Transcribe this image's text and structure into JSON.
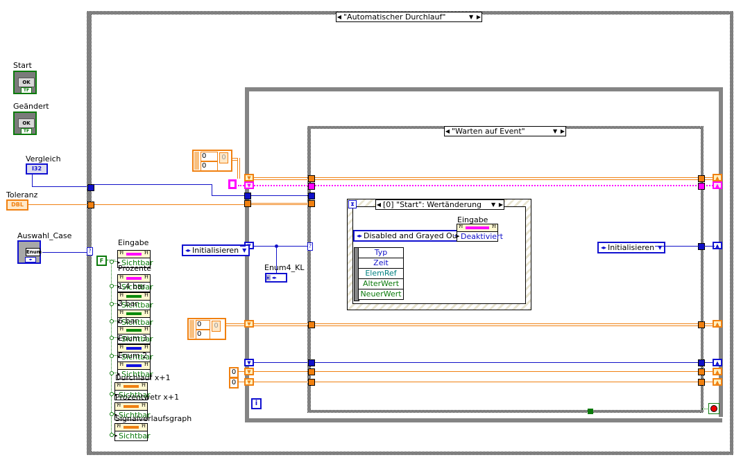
{
  "controls": {
    "start": {
      "label": "Start",
      "button_text": "OK",
      "type_tag": "TF"
    },
    "geaendert": {
      "label": "Geändert",
      "button_text": "OK",
      "type_tag": "TF"
    },
    "vergleich": {
      "label": "Vergleich",
      "type_tag": "I32"
    },
    "toleranz": {
      "label": "Toleranz",
      "type_tag": "DBL"
    },
    "auswahl_case": {
      "label": "Auswahl_Case",
      "type_tag": "Enum"
    }
  },
  "outer_case": {
    "selector": "\"Automatischer Durchlauf\"",
    "selector_terminal": "?"
  },
  "inner_case": {
    "selector": "\"Warten auf Event\"",
    "selector_terminal": "?"
  },
  "event_structure": {
    "selector": "[0] \"Start\": Wertänderung",
    "event_data": [
      "Typ",
      "Zeit",
      "ElemRef",
      "AlterWert",
      "NeuerWert"
    ],
    "enum_constant": "Disabled and Grayed Out",
    "property_node": {
      "label": "Eingabe",
      "property": "Deaktiviert"
    }
  },
  "false_constant": "F",
  "property_nodes": [
    {
      "label": "Eingabe",
      "property": "Sichtbar",
      "color": "#ff00ff"
    },
    {
      "label": "Prozente",
      "property": "Sichtbar",
      "color": "#ff00ff"
    },
    {
      "label": "1,4 bar",
      "property": "Sichtbar",
      "color": "#0b8a0b"
    },
    {
      "label": "3 bar",
      "property": "Sichtbar",
      "color": "#0b8a0b"
    },
    {
      "label": "6 bar",
      "property": "Sichtbar",
      "color": "#0b8a0b"
    },
    {
      "label": "Enum 3",
      "property": "Sichtbar",
      "color": "#1010e0"
    },
    {
      "label": "Enum 2",
      "property": "Sichtbar",
      "color": "#1010e0"
    },
    {
      "label": "Durchlauf x+1",
      "property": "Sichtbar",
      "color": "#f08010"
    },
    {
      "label": "Prozentwetr x+1",
      "property": "Sichtbar",
      "color": "#f08010"
    },
    {
      "label": "Signalverlaufsgraph",
      "property": "Sichtbar",
      "color": "#f08010"
    }
  ],
  "enum_init_left": "Initialisieren",
  "enum_init_right": "Initialisieren",
  "enum4_kl": {
    "label": "Enum4_KL"
  },
  "array_constants": [
    {
      "values": [
        "0",
        "0"
      ],
      "element": "0"
    },
    {
      "values": [
        "0",
        "0"
      ],
      "element": "0"
    }
  ],
  "numeric_constants": [
    "0",
    "0"
  ],
  "loop_iteration": "i",
  "colors": {
    "orange_wire": "#f08010",
    "blue_wire": "#1010c8",
    "pink_wire": "#ff00ff",
    "green_bool": "#0b7a0b",
    "loop_gray": "#848484"
  }
}
